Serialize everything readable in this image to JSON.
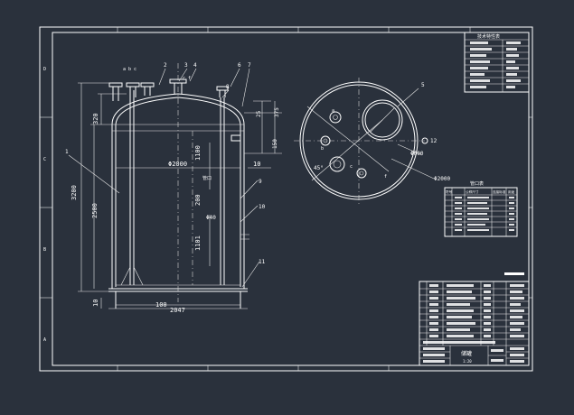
{
  "colors": {
    "background": "#2a313c",
    "line": "#ffffff"
  },
  "drawing": {
    "dims_front": {
      "overall_height": "3200",
      "shell_height": "2500",
      "head_height": "320",
      "inner_diameter": "Φ2000",
      "wall_thickness": "10",
      "bottom_offset": "10",
      "skirt_height": "100",
      "base_width": "2047",
      "pipe_a": "1100",
      "pipe_b": "1101",
      "pipe_c": "200",
      "pipe_label": "管口",
      "pipe_d": "Φ40",
      "top_dim_1": "375",
      "top_dim_2": "25",
      "top_dim_3": "150",
      "nozzle_text_left": "a b c",
      "nozzle_text_right": "c f"
    },
    "dims_top": {
      "manhole_dia": "Φ600",
      "outer_dia": "Φ2000",
      "angle": "45°",
      "label_a": "a",
      "label_c": "c",
      "label_b": "b",
      "label_f": "f"
    },
    "part_labels": [
      "1",
      "2",
      "3",
      "4",
      "5",
      "6",
      "7",
      "8",
      "9",
      "10",
      "11",
      "12"
    ],
    "nozzle_table": {
      "title": "管口表",
      "headers": [
        "符号",
        "公称尺寸",
        "连接标准",
        "用途"
      ]
    },
    "tech_table": {
      "title": "技术特性表"
    },
    "title_block": {
      "name": "储罐",
      "scale": "1:20"
    }
  }
}
